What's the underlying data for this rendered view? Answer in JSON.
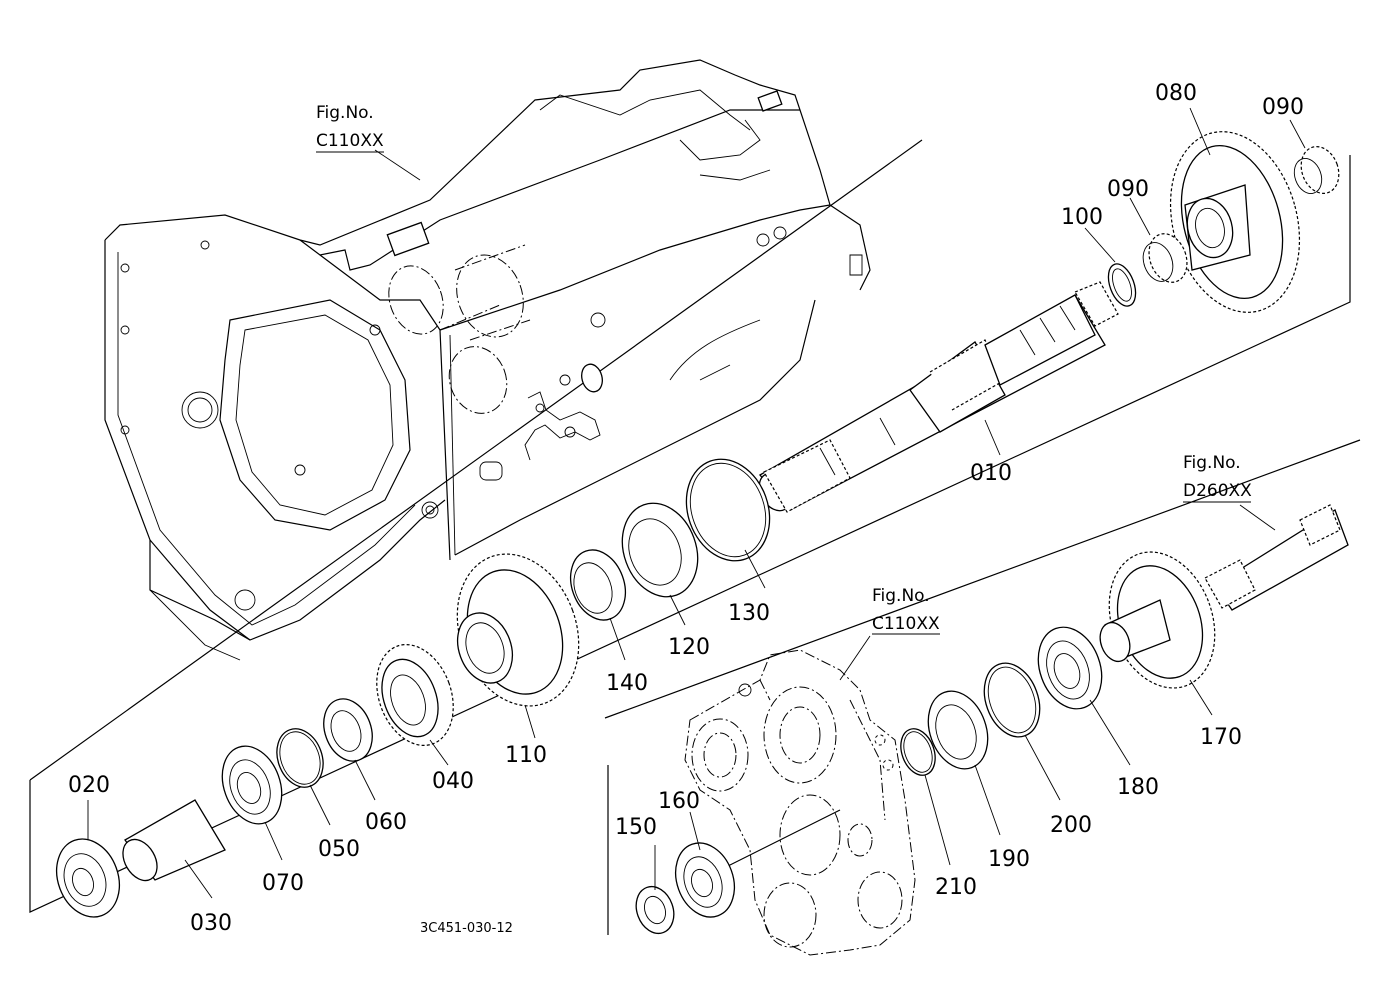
{
  "diagram_code": "3C451-030-12",
  "figure_refs": [
    {
      "title": "Fig.No.",
      "number": "C110XX"
    },
    {
      "title": "Fig.No.",
      "number": "D260XX"
    },
    {
      "title": "Fig.No.",
      "number": "C110XX"
    }
  ],
  "part_labels": {
    "p010": "010",
    "p020": "020",
    "p030": "030",
    "p040": "040",
    "p050": "050",
    "p060": "060",
    "p070": "070",
    "p080": "080",
    "p090a": "090",
    "p090b": "090",
    "p100": "100",
    "p110": "110",
    "p120": "120",
    "p130": "130",
    "p140": "140",
    "p150": "150",
    "p160": "160",
    "p170": "170",
    "p180": "180",
    "p190": "190",
    "p200": "200",
    "p210": "210"
  }
}
